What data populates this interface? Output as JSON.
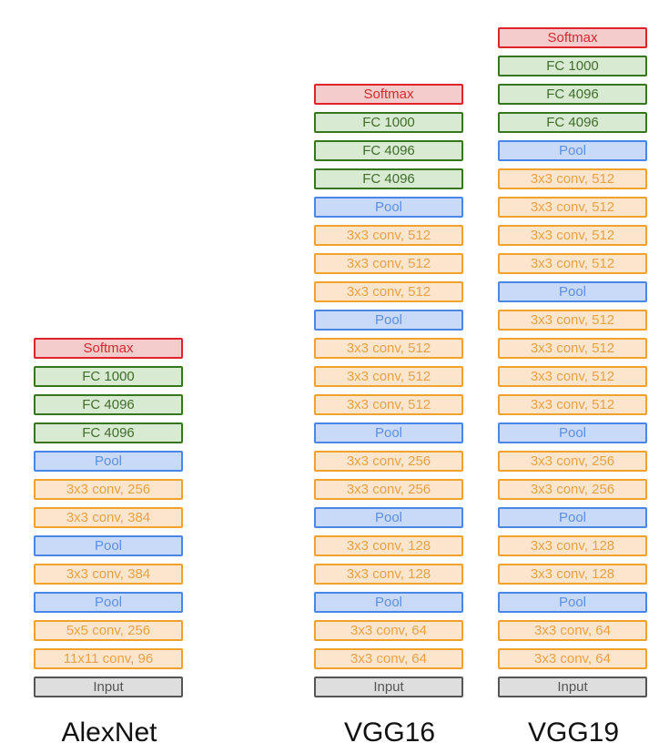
{
  "columns": [
    {
      "name": "AlexNet",
      "layers": [
        {
          "label": "Softmax",
          "kind": "softmax"
        },
        {
          "label": "FC 1000",
          "kind": "fc"
        },
        {
          "label": "FC 4096",
          "kind": "fc"
        },
        {
          "label": "FC 4096",
          "kind": "fc"
        },
        {
          "label": "Pool",
          "kind": "pool"
        },
        {
          "label": "3x3 conv, 256",
          "kind": "conv"
        },
        {
          "label": "3x3 conv, 384",
          "kind": "conv"
        },
        {
          "label": "Pool",
          "kind": "pool"
        },
        {
          "label": "3x3 conv, 384",
          "kind": "conv"
        },
        {
          "label": "Pool",
          "kind": "pool"
        },
        {
          "label": "5x5 conv, 256",
          "kind": "conv"
        },
        {
          "label": "11x11 conv, 96",
          "kind": "conv"
        },
        {
          "label": "Input",
          "kind": "input"
        }
      ]
    },
    {
      "name": "VGG16",
      "layers": [
        {
          "label": "Softmax",
          "kind": "softmax"
        },
        {
          "label": "FC 1000",
          "kind": "fc"
        },
        {
          "label": "FC 4096",
          "kind": "fc"
        },
        {
          "label": "FC 4096",
          "kind": "fc"
        },
        {
          "label": "Pool",
          "kind": "pool"
        },
        {
          "label": "3x3 conv, 512",
          "kind": "conv"
        },
        {
          "label": "3x3 conv, 512",
          "kind": "conv"
        },
        {
          "label": "3x3 conv, 512",
          "kind": "conv"
        },
        {
          "label": "Pool",
          "kind": "pool"
        },
        {
          "label": "3x3 conv, 512",
          "kind": "conv"
        },
        {
          "label": "3x3 conv, 512",
          "kind": "conv"
        },
        {
          "label": "3x3 conv, 512",
          "kind": "conv"
        },
        {
          "label": "Pool",
          "kind": "pool"
        },
        {
          "label": "3x3 conv, 256",
          "kind": "conv"
        },
        {
          "label": "3x3 conv, 256",
          "kind": "conv"
        },
        {
          "label": "Pool",
          "kind": "pool"
        },
        {
          "label": "3x3 conv, 128",
          "kind": "conv"
        },
        {
          "label": "3x3 conv, 128",
          "kind": "conv"
        },
        {
          "label": "Pool",
          "kind": "pool"
        },
        {
          "label": "3x3 conv, 64",
          "kind": "conv"
        },
        {
          "label": "3x3 conv, 64",
          "kind": "conv"
        },
        {
          "label": "Input",
          "kind": "input"
        }
      ]
    },
    {
      "name": "VGG19",
      "layers": [
        {
          "label": "Softmax",
          "kind": "softmax"
        },
        {
          "label": "FC 1000",
          "kind": "fc"
        },
        {
          "label": "FC 4096",
          "kind": "fc"
        },
        {
          "label": "FC 4096",
          "kind": "fc"
        },
        {
          "label": "Pool",
          "kind": "pool"
        },
        {
          "label": "3x3 conv, 512",
          "kind": "conv"
        },
        {
          "label": "3x3 conv, 512",
          "kind": "conv"
        },
        {
          "label": "3x3 conv, 512",
          "kind": "conv"
        },
        {
          "label": "3x3 conv, 512",
          "kind": "conv"
        },
        {
          "label": "Pool",
          "kind": "pool"
        },
        {
          "label": "3x3 conv, 512",
          "kind": "conv"
        },
        {
          "label": "3x3 conv, 512",
          "kind": "conv"
        },
        {
          "label": "3x3 conv, 512",
          "kind": "conv"
        },
        {
          "label": "3x3 conv, 512",
          "kind": "conv"
        },
        {
          "label": "Pool",
          "kind": "pool"
        },
        {
          "label": "3x3 conv, 256",
          "kind": "conv"
        },
        {
          "label": "3x3 conv, 256",
          "kind": "conv"
        },
        {
          "label": "Pool",
          "kind": "pool"
        },
        {
          "label": "3x3 conv, 128",
          "kind": "conv"
        },
        {
          "label": "3x3 conv, 128",
          "kind": "conv"
        },
        {
          "label": "Pool",
          "kind": "pool"
        },
        {
          "label": "3x3 conv, 64",
          "kind": "conv"
        },
        {
          "label": "3x3 conv, 64",
          "kind": "conv"
        },
        {
          "label": "Input",
          "kind": "input"
        }
      ]
    }
  ],
  "colors": {
    "softmax_border": "#e0222a",
    "fc_border": "#38761d",
    "pool_border": "#4a86e8",
    "conv_border": "#f1a22c",
    "input_border": "#555555"
  }
}
